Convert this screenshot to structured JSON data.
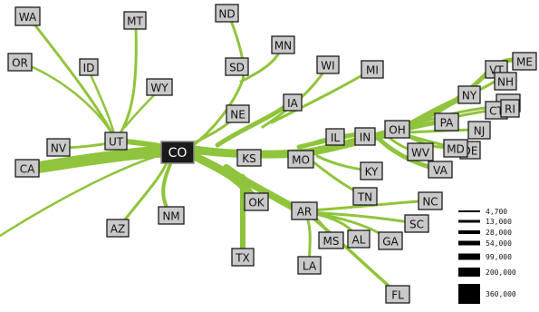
{
  "colors": {
    "flow": "#8fc43c",
    "box_fill": "#c9c9c9",
    "box_stroke": "#1b1b1b",
    "origin_fill": "#1a1a1a",
    "origin_text": "#ffffff"
  },
  "origin": "CO",
  "destinations": [
    "WA",
    "MT",
    "ND",
    "MN",
    "OR",
    "ID",
    "SD",
    "WI",
    "MI",
    "WY",
    "NE",
    "IA",
    "VT",
    "ME",
    "NY",
    "NH",
    "MA",
    "CT",
    "RI",
    "UT",
    "NV",
    "IL",
    "IN",
    "OH",
    "PA",
    "NJ",
    "DE",
    "MD",
    "WV",
    "CA",
    "KS",
    "MO",
    "KY",
    "VA",
    "TN",
    "OK",
    "AR",
    "NC",
    "AZ",
    "NM",
    "SC",
    "MS",
    "AL",
    "GA",
    "TX",
    "LA",
    "FL"
  ],
  "legend": {
    "values": [
      "4,700",
      "13,000",
      "28,000",
      "54,000",
      "99,000",
      "200,000",
      "360,000"
    ]
  }
}
